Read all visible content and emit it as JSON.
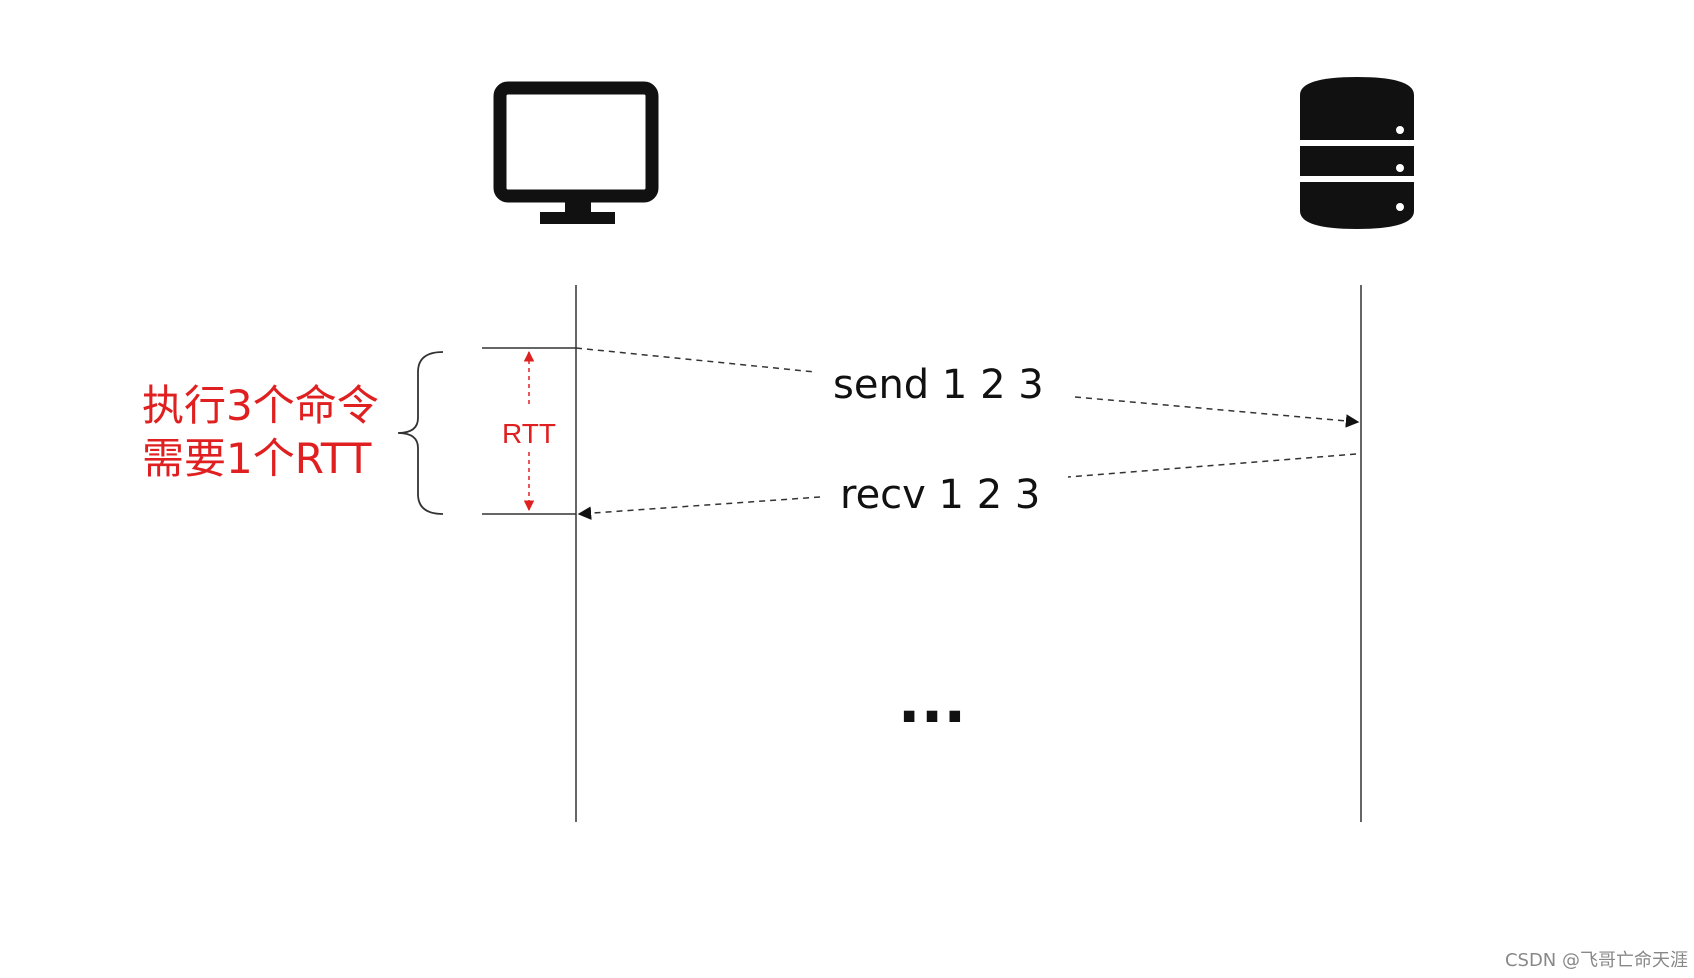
{
  "messages": {
    "send_label": "send 1 2 3",
    "recv_label": "recv 1 2 3"
  },
  "rtt": {
    "label": "RTT"
  },
  "note": {
    "line1": "执行3个命令",
    "line2": "需要1个RTT"
  },
  "ellipsis": "...",
  "watermark": "CSDN @飞哥亡命天涯",
  "icons": {
    "client": "monitor-icon",
    "server": "database-icon"
  },
  "colors": {
    "ink": "#111111",
    "accent": "#e02020",
    "watermark": "#888888"
  }
}
